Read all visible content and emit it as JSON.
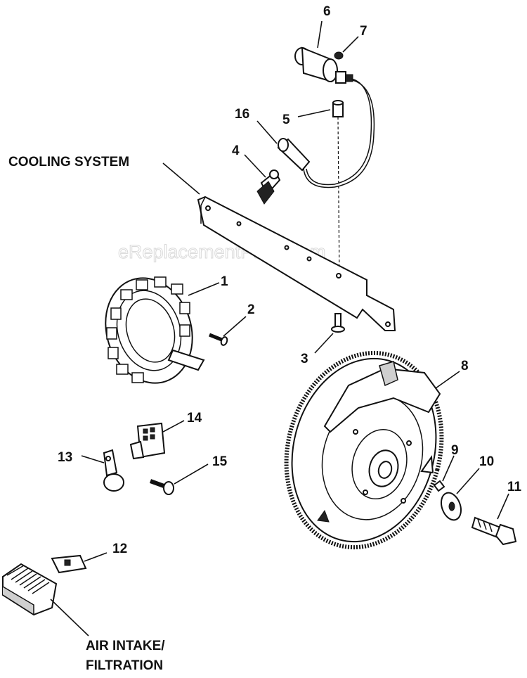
{
  "watermark": "eReplacementParts.com",
  "section_labels": {
    "cooling": "COOLING SYSTEM",
    "air_intake_line1": "AIR INTAKE/",
    "air_intake_line2": "FILTRATION"
  },
  "callouts": {
    "c1": "1",
    "c2": "2",
    "c3": "3",
    "c4": "4",
    "c5": "5",
    "c6": "6",
    "c7": "7",
    "c8": "8",
    "c9": "9",
    "c10": "10",
    "c11": "11",
    "c12": "12",
    "c13": "13",
    "c14": "14",
    "c15": "15",
    "c16": "16"
  }
}
